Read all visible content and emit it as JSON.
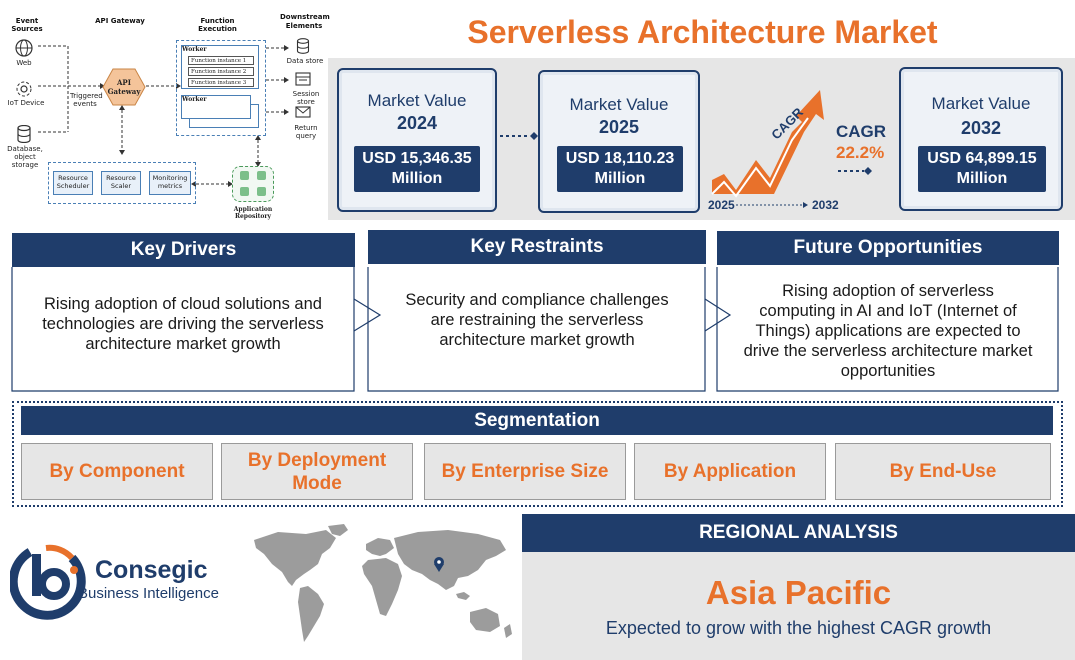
{
  "diagram": {
    "event_sources": "Event Sources",
    "api_gateway_head": "API Gateway",
    "function_execution": "Function Execution",
    "downstream": "Downstream Elements",
    "web": "Web",
    "iot": "IoT Device",
    "database": "Database, object storage",
    "triggered": "Triggered events",
    "api_gateway": "API Gateway",
    "worker1": "Worker",
    "worker2": "Worker",
    "fi1": "Function instance 1",
    "fi2": "Function instance 2",
    "fi3": "Function instance 3",
    "data_store": "Data store",
    "session_store": "Session store",
    "return_query": "Return query",
    "resource_scheduler": "Resource Scheduler",
    "resource_scaler": "Resource Scaler",
    "monitoring": "Monitoring metrics",
    "app_repo": "Application Repository"
  },
  "title": "Serverless Architecture Market",
  "market": [
    {
      "label": "Market Value",
      "year": "2024",
      "value": "USD 15,346.35 Million"
    },
    {
      "label": "Market Value",
      "year": "2025",
      "value": "USD 18,110.23 Million"
    },
    {
      "label": "Market Value",
      "year": "2032",
      "value": "USD 64,899.15 Million"
    }
  ],
  "cagr": {
    "arrow_label": "CAGR",
    "label": "CAGR",
    "value": "22.2%",
    "from": "2025",
    "to": "2032"
  },
  "drivers": {
    "head": "Key Drivers",
    "text": "Rising adoption of cloud solutions and technologies are driving the serverless architecture market growth"
  },
  "restraints": {
    "head": "Key Restraints",
    "text": "Security and compliance challenges are restraining the serverless architecture market growth"
  },
  "opportunities": {
    "head": "Future Opportunities",
    "text": "Rising adoption of serverless computing in AI and IoT (Internet of Things) applications are expected to drive the serverless architecture market opportunities"
  },
  "segmentation": {
    "head": "Segmentation",
    "items": [
      "By Component",
      "By Deployment Mode",
      "By Enterprise Size",
      "By Application",
      "By End-Use"
    ]
  },
  "logo": {
    "name": "Consegic",
    "tagline": "Business Intelligence"
  },
  "regional": {
    "head": "REGIONAL ANALYSIS",
    "region": "Asia Pacific",
    "text": "Expected to grow with the highest CAGR growth"
  },
  "colors": {
    "navy": "#1f3d6b",
    "orange": "#e8712b",
    "panel_gray": "#e6e6e6"
  }
}
